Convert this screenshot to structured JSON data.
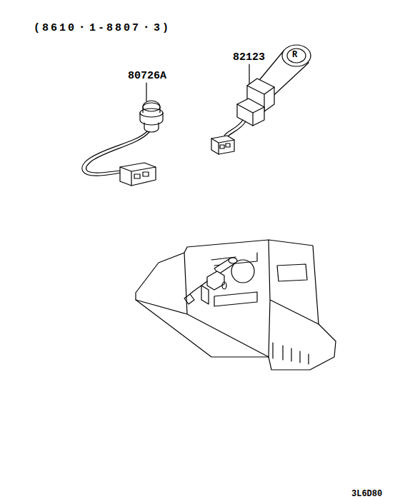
{
  "diagram": {
    "labels": [
      "(8610・1-8807・3)",
      "80726A",
      "82123",
      "R",
      "3L6D80"
    ]
  }
}
